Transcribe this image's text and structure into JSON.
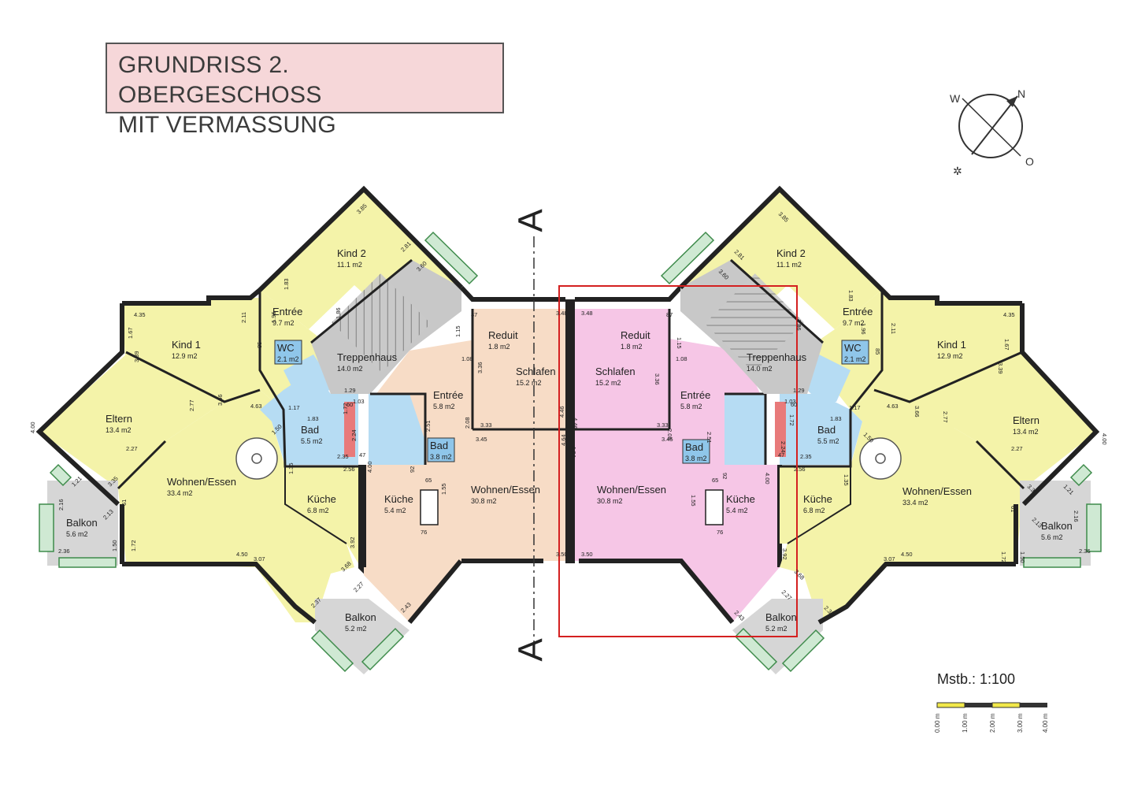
{
  "title": {
    "line1": "GRUNDRISS 2. OBERGESCHOSS",
    "line2": "MIT VERMASSUNG"
  },
  "compass": {
    "w": "W",
    "n": "N",
    "o": "O"
  },
  "section_mark": "A",
  "scale": {
    "label": "Mstb.: 1:100",
    "ticks": [
      "0.00 m",
      "1.00 m",
      "2.00 m",
      "3.00 m",
      "4.00 m"
    ]
  },
  "colors": {
    "outer_unit": "#f4f3a9",
    "inner_left": "#f7dcc6",
    "inner_right": "#f6c6e6",
    "bath": "#b6dcf3",
    "stair": "#c8c8c8",
    "balcony": "#cfe9d3",
    "shaft": "#e87a7a",
    "highlight": "#d42020"
  },
  "rooms": {
    "l_kind2": [
      "Kind 2",
      "11.1 m2"
    ],
    "l_entree_n": [
      "Entrée",
      "9.7 m2"
    ],
    "l_kind1": [
      "Kind 1",
      "12.9 m2"
    ],
    "l_wc": [
      "WC",
      "2.1 m2"
    ],
    "l_treppe": [
      "Treppenhaus",
      "14.0 m2"
    ],
    "l_eltern": [
      "Eltern",
      "13.4 m2"
    ],
    "l_bad": [
      "Bad",
      "5.5 m2"
    ],
    "l_wohnen": [
      "Wohnen/Essen",
      "33.4 m2"
    ],
    "l_kueche": [
      "Küche",
      "6.8 m2"
    ],
    "l_balkon_w": [
      "Balkon",
      "5.6 m2"
    ],
    "l_balkon_s": [
      "Balkon",
      "5.2 m2"
    ],
    "m_reduit": [
      "Reduit",
      "1.8 m2"
    ],
    "m_schlafen": [
      "Schlafen",
      "15.2 m2"
    ],
    "m_entree": [
      "Entrée",
      "5.8 m2"
    ],
    "m_bad": [
      "Bad",
      "3.8 m2"
    ],
    "m_kueche": [
      "Küche",
      "5.4 m2"
    ],
    "m_wohnen": [
      "Wohnen/Essen",
      "30.8 m2"
    ],
    "r_reduit": [
      "Reduit",
      "1.8 m2"
    ],
    "r_schlafen": [
      "Schlafen",
      "15.2 m2"
    ],
    "r_entree": [
      "Entrée",
      "5.8 m2"
    ],
    "r_bad": [
      "Bad",
      "3.8 m2"
    ],
    "r_kueche": [
      "Küche",
      "5.4 m2"
    ],
    "r_wohnen": [
      "Wohnen/Essen",
      "30.8 m2"
    ],
    "r_balkon_s": [
      "Balkon",
      "5.2 m2"
    ],
    "rr_kind2": [
      "Kind 2",
      "11.1 m2"
    ],
    "rr_entree_n": [
      "Entrée",
      "9.7 m2"
    ],
    "rr_kind1": [
      "Kind 1",
      "12.9 m2"
    ],
    "rr_wc": [
      "WC",
      "2.1 m2"
    ],
    "rr_treppe": [
      "Treppenhaus",
      "14.0 m2"
    ],
    "rr_eltern": [
      "Eltern",
      "13.4 m2"
    ],
    "rr_bad": [
      "Bad",
      "5.5 m2"
    ],
    "rr_wohnen": [
      "Wohnen/Essen",
      "33.4 m2"
    ],
    "rr_kueche": [
      "Küche",
      "6.8 m2"
    ],
    "rr_balkon_e": [
      "Balkon",
      "5.6 m2"
    ]
  },
  "dims": {
    "d1": "4.35",
    "d2": "1.67",
    "d3": "3.39",
    "d4": "4.00",
    "d5": "2.77",
    "d6": "3.66",
    "d7": "4.63",
    "d8": "1.83",
    "d9": "1.96",
    "d10": "2.11",
    "d11": "3.85",
    "d12": "2.81",
    "d13": "1.86",
    "d14": "3.60",
    "d15": "1.29",
    "d16": "1.17",
    "d17": "1.83",
    "d18": "1.72",
    "d19": "2.35",
    "d20": "2.56",
    "d21": "1.35",
    "d22": "4.00",
    "d23": "3.92",
    "d24": "3.68",
    "d25": "2.37",
    "d26": "4.50",
    "d27": "3.07",
    "d28": "2.27",
    "d29": "2.43",
    "d30": "3.50",
    "d31": "3.33",
    "d32": "3.45",
    "d33": "4.46",
    "d34": "4.64",
    "d35": "1.08",
    "d36": "2.51",
    "d37": "1.55",
    "d38": "65",
    "d39": "76",
    "d40": "92",
    "d41": "3.48",
    "d42": "2.16",
    "d43": "1.21",
    "d44": "2.13",
    "d45": "1.50",
    "d46": "2.36",
    "d47": "1.72",
    "d48": "85",
    "d49": "2.08",
    "d50": "1.03",
    "d51": "2.24",
    "d52": "47",
    "d53": "60",
    "d54": "1.50",
    "d55": "1.15",
    "d56": "3.36",
    "d57": "87",
    "d58": "61",
    "d59": "3.35",
    "d60": "2.27"
  }
}
